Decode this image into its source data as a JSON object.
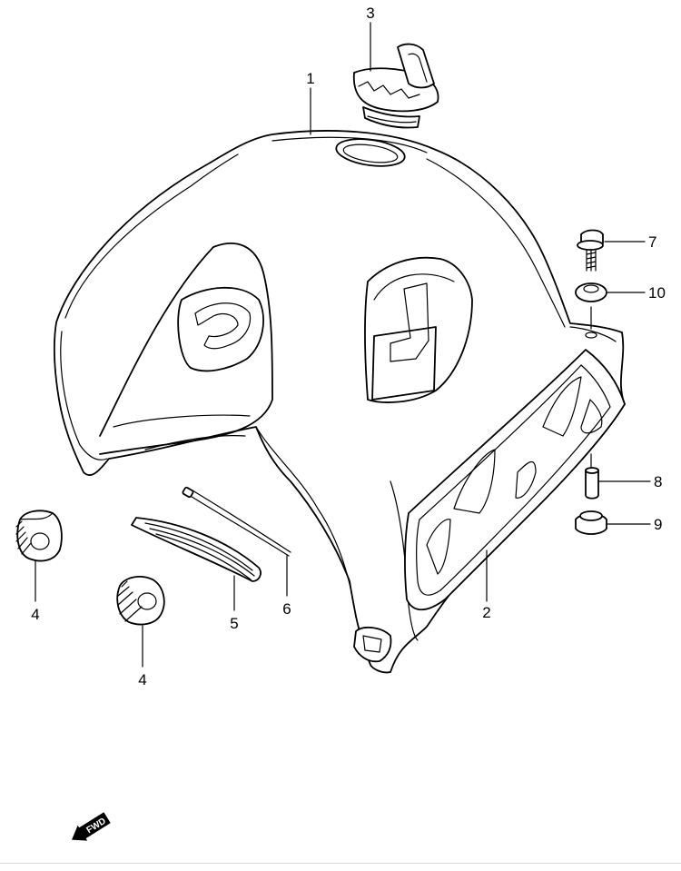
{
  "callouts": {
    "p1": "1",
    "p2": "2",
    "p3": "3",
    "p4a": "4",
    "p4b": "4",
    "p5": "5",
    "p6": "6",
    "p7": "7",
    "p8": "8",
    "p9": "9",
    "p10": "10"
  },
  "fwd_label": "FWD",
  "colors": {
    "line": "#000000",
    "background": "#ffffff"
  }
}
